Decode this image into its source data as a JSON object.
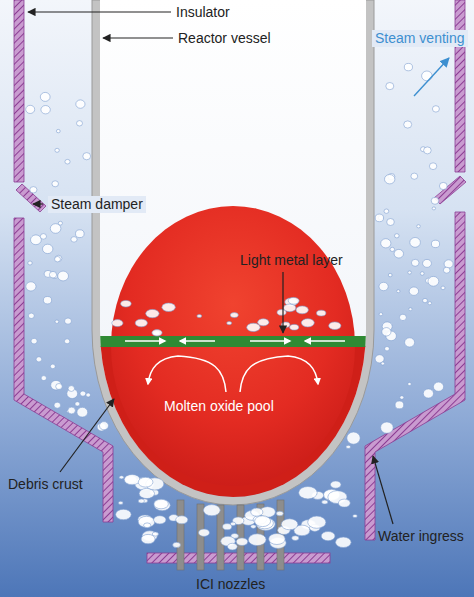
{
  "diagram": {
    "labels": [
      "Insulator",
      "Reactor vessel",
      "Steam damper",
      "Steam venting",
      "Light metal layer",
      "Molten oxide pool",
      "Debris crust",
      "Water ingress",
      "ICI nozzles"
    ]
  }
}
